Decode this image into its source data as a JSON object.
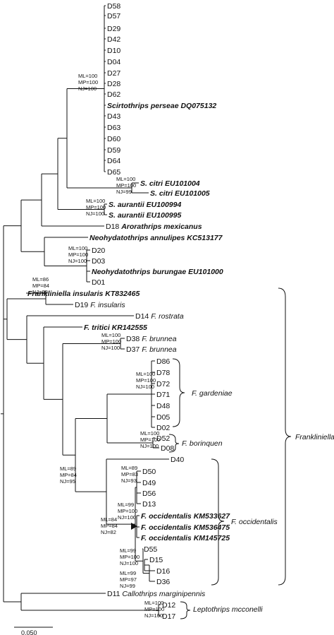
{
  "tips": [
    {
      "label": "D58",
      "style": "n"
    },
    {
      "label": "D57",
      "style": "n"
    },
    {
      "label": "D29",
      "style": "n"
    },
    {
      "label": "D42",
      "style": "n"
    },
    {
      "label": "D10",
      "style": "n"
    },
    {
      "label": "D04",
      "style": "n"
    },
    {
      "label": "D27",
      "style": "n"
    },
    {
      "label": "D28",
      "style": "n"
    },
    {
      "label": "D62",
      "style": "n"
    },
    {
      "label": "Scirtothrips perseae DQ075132",
      "style": "bi"
    },
    {
      "label": "D43",
      "style": "n"
    },
    {
      "label": "D63",
      "style": "n"
    },
    {
      "label": "D60",
      "style": "n"
    },
    {
      "label": "D59",
      "style": "n"
    },
    {
      "label": "D64",
      "style": "n"
    },
    {
      "label": "D65",
      "style": "n"
    },
    {
      "label": "S. citri EU101004",
      "style": "bi"
    },
    {
      "label": "S. citri EU101005",
      "style": "bi"
    },
    {
      "label": "S. aurantii EU100994",
      "style": "bi"
    },
    {
      "label": "S. aurantii EU100995",
      "style": "bi"
    },
    {
      "label": "D18 Arorathrips mexicanus",
      "style": "di"
    },
    {
      "label": "Neohydatothrips annulipes KC513177",
      "style": "bi"
    },
    {
      "label": "D20",
      "style": "n"
    },
    {
      "label": "D03",
      "style": "n"
    },
    {
      "label": "Neohydatothrips burungae EU101000",
      "style": "bi"
    },
    {
      "label": "D01",
      "style": "n"
    },
    {
      "label": "Frankliniella insularis KT832465",
      "style": "bi"
    },
    {
      "label": "D19 F. insularis",
      "style": "di"
    },
    {
      "label": "D14 F. rostrata",
      "style": "di"
    },
    {
      "label": "F. tritici KR142555",
      "style": "bi"
    },
    {
      "label": "D38 F. brunnea",
      "style": "di"
    },
    {
      "label": "D37 F. brunnea",
      "style": "di"
    },
    {
      "label": "D86",
      "style": "n"
    },
    {
      "label": "D78",
      "style": "n"
    },
    {
      "label": "D72",
      "style": "n"
    },
    {
      "label": "D71",
      "style": "n"
    },
    {
      "label": "D48",
      "style": "n"
    },
    {
      "label": "D05",
      "style": "n"
    },
    {
      "label": "D02",
      "style": "n"
    },
    {
      "label": "D52",
      "style": "n"
    },
    {
      "label": "D08",
      "style": "n"
    },
    {
      "label": "D40",
      "style": "n"
    },
    {
      "label": "D50",
      "style": "n"
    },
    {
      "label": "D49",
      "style": "n"
    },
    {
      "label": "D56",
      "style": "n"
    },
    {
      "label": "D13",
      "style": "n"
    },
    {
      "label": "F. occidentalis KM533627",
      "style": "bi"
    },
    {
      "label": "F. occidentalis KM536475",
      "style": "bi"
    },
    {
      "label": "F. occidentalis KM145725",
      "style": "bi"
    },
    {
      "label": "D55",
      "style": "n"
    },
    {
      "label": "D15",
      "style": "n"
    },
    {
      "label": "D16",
      "style": "n"
    },
    {
      "label": "D36",
      "style": "n"
    },
    {
      "label": "D11 Callothrips marginipennis",
      "style": "di"
    },
    {
      "label": "D12",
      "style": "n"
    },
    {
      "label": "D17",
      "style": "n"
    }
  ],
  "supports": [
    {
      "lines": [
        "ML=100",
        "MP=100",
        "NJ=100"
      ]
    },
    {
      "lines": [
        "ML=100",
        "MP=100",
        "NJ=99"
      ]
    },
    {
      "lines": [
        "ML=100",
        "MP=100",
        "NJ=100"
      ]
    },
    {
      "lines": [
        "ML=100",
        "MP=100",
        "NJ=100"
      ]
    },
    {
      "lines": [
        "ML=86",
        "MP=84",
        "NJ=98"
      ]
    },
    {
      "lines": [
        "ML=100",
        "MP=100",
        "NJ=100"
      ]
    },
    {
      "lines": [
        "ML=100",
        "MP=100",
        "NJ=100"
      ]
    },
    {
      "lines": [
        "ML=100",
        "MP=100",
        "NJ=100"
      ]
    },
    {
      "lines": [
        "ML=89",
        "MP=84",
        "NJ=95"
      ]
    },
    {
      "lines": [
        "ML=89",
        "MP=83",
        "NJ=93"
      ]
    },
    {
      "lines": [
        "ML=99",
        "MP=100",
        "NJ=100"
      ]
    },
    {
      "lines": [
        "ML=84",
        "MP=84",
        "NJ=82"
      ]
    },
    {
      "lines": [
        "ML=99",
        "MP=100",
        "NJ=100"
      ]
    },
    {
      "lines": [
        "ML=99",
        "MP=97",
        "NJ=99"
      ]
    },
    {
      "lines": [
        "ML=100",
        "MP=100",
        "NJ=100"
      ]
    }
  ],
  "groups": {
    "gardeniae": "F. gardeniae",
    "borinquen": "F. borinquen",
    "occidentalis": "F. occidentalis",
    "frankliniella": "Frankliniella",
    "mcconelli": "Leptothrips mcconelli"
  },
  "scale_label": "0.050"
}
